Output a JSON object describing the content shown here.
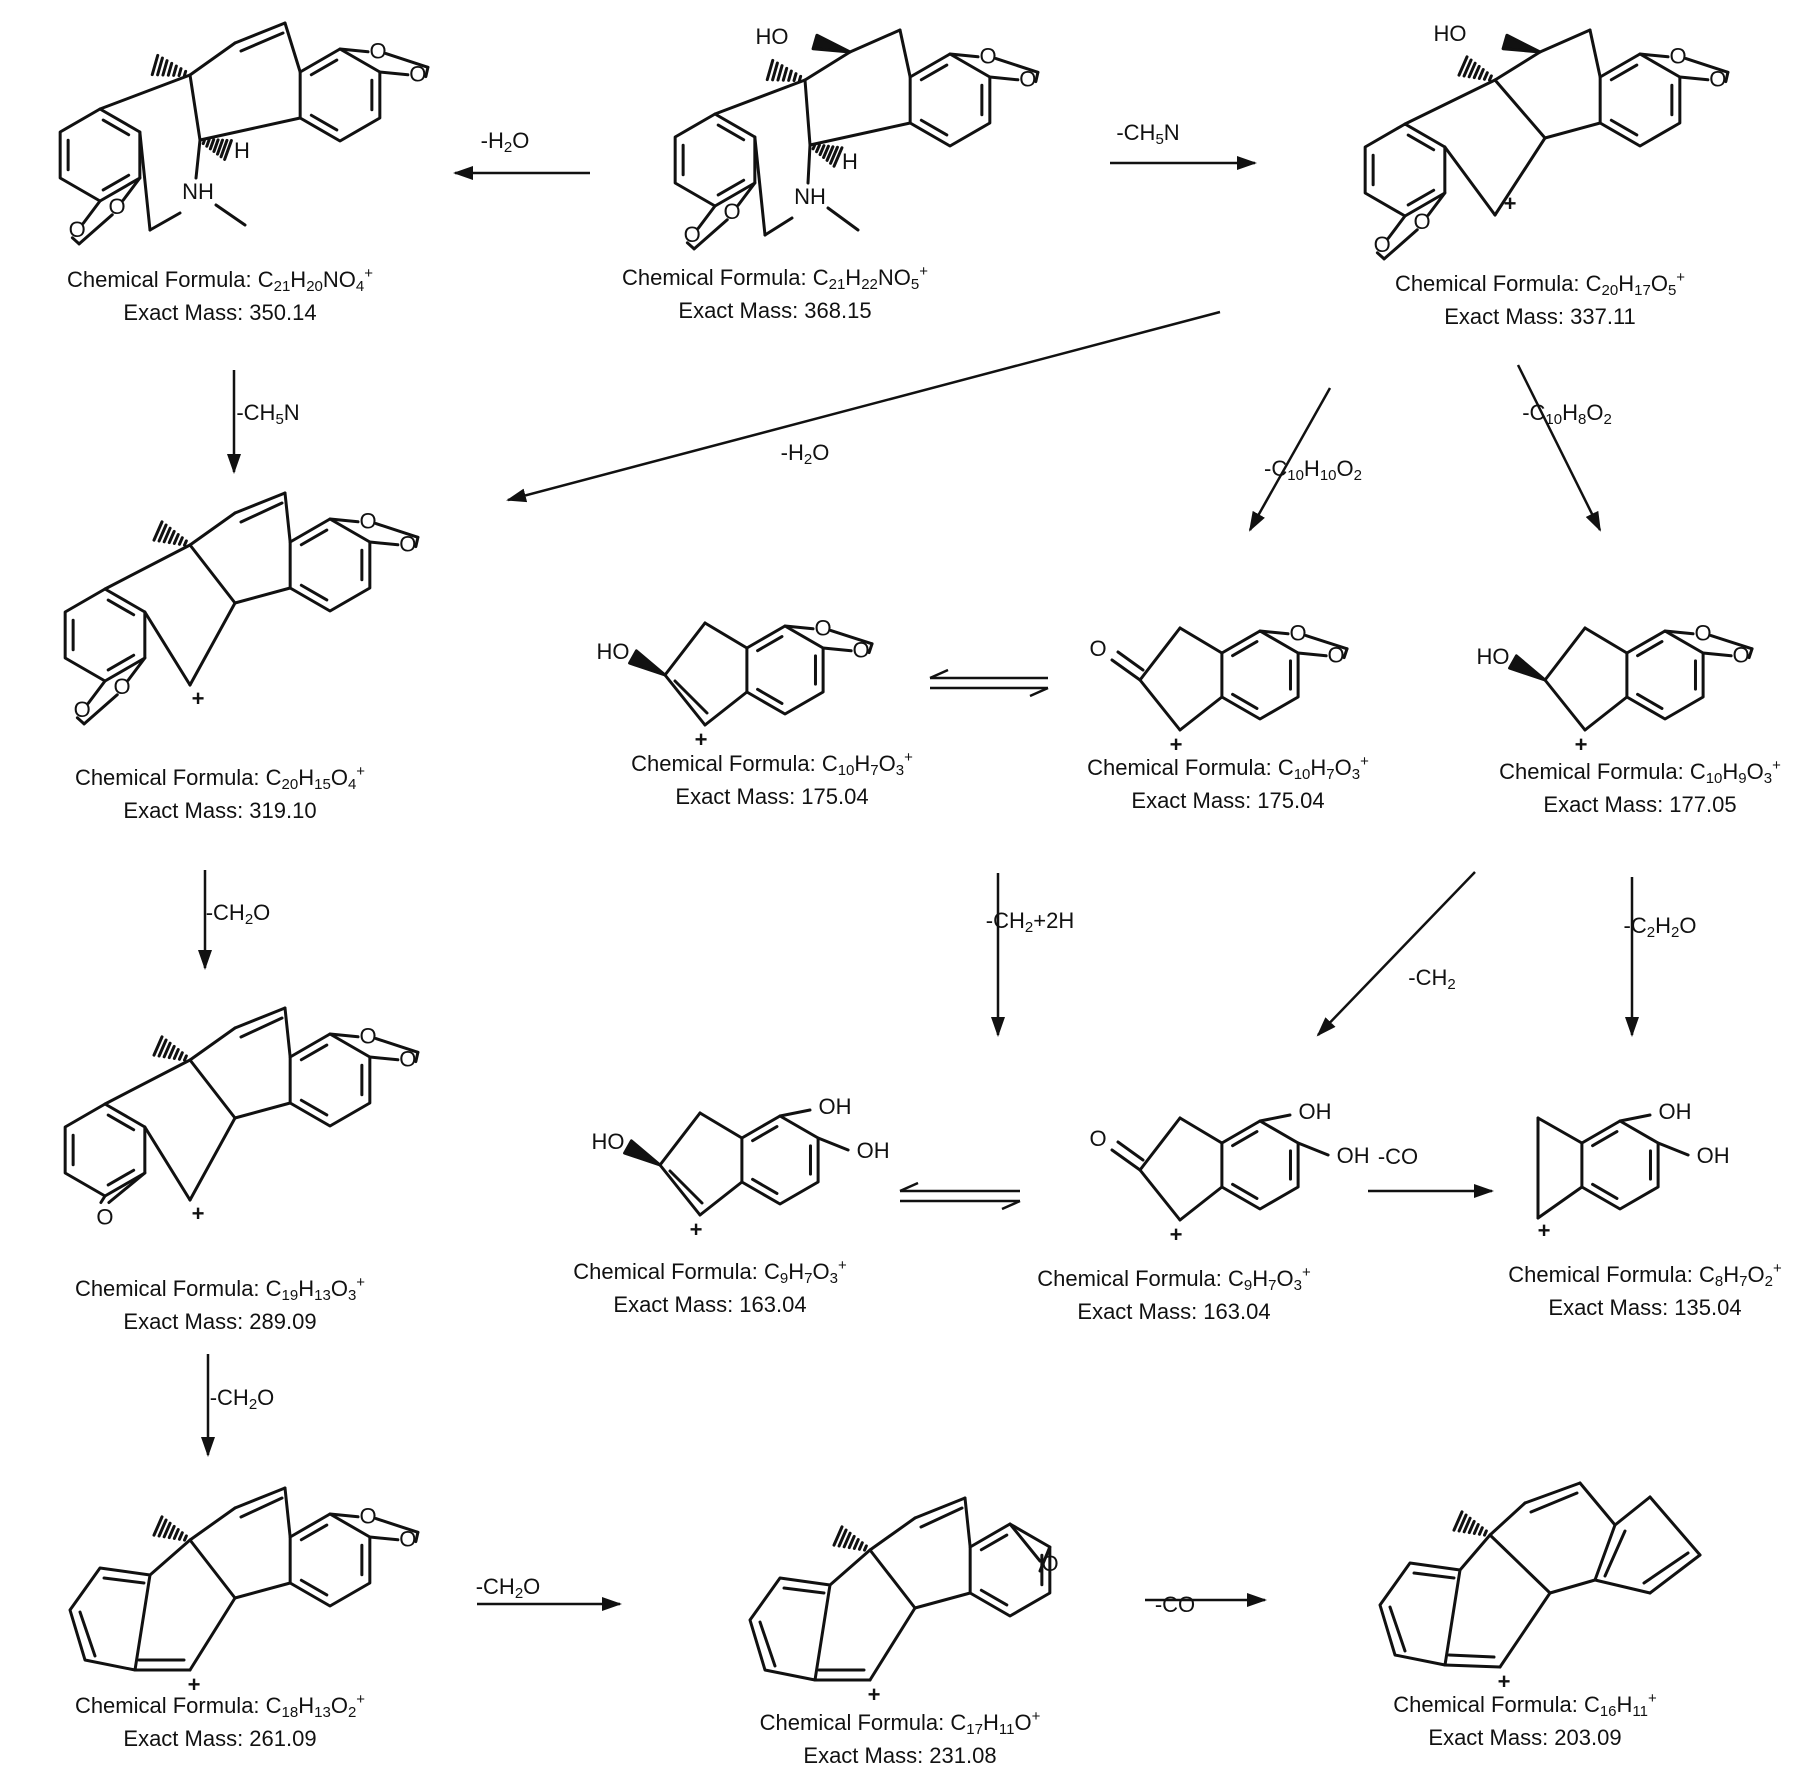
{
  "compounds": [
    {
      "formula": [
        "C",
        "21",
        "H",
        "22",
        "NO",
        "5",
        "+"
      ],
      "mass": "368.15"
    },
    {
      "formula": [
        "C",
        "21",
        "H",
        "20",
        "NO",
        "4",
        "+"
      ],
      "mass": "350.14"
    },
    {
      "formula": [
        "C",
        "20",
        "H",
        "17",
        "O",
        "5",
        "+"
      ],
      "mass": "337.11"
    },
    {
      "formula": [
        "C",
        "20",
        "H",
        "15",
        "O",
        "4",
        "+"
      ],
      "mass": "319.10"
    },
    {
      "formula": [
        "C",
        "10",
        "H",
        "7",
        "O",
        "3",
        "+"
      ],
      "mass": "175.04"
    },
    {
      "formula": [
        "C",
        "10",
        "H",
        "7",
        "O",
        "3",
        "+"
      ],
      "mass": "175.04"
    },
    {
      "formula": [
        "C",
        "10",
        "H",
        "9",
        "O",
        "3",
        "+"
      ],
      "mass": "177.05"
    },
    {
      "formula": [
        "C",
        "19",
        "H",
        "13",
        "O",
        "3",
        "+"
      ],
      "mass": "289.09"
    },
    {
      "formula": [
        "C",
        "9",
        "H",
        "7",
        "O",
        "3",
        "+"
      ],
      "mass": "163.04"
    },
    {
      "formula": [
        "C",
        "9",
        "H",
        "7",
        "O",
        "3",
        "+"
      ],
      "mass": "163.04"
    },
    {
      "formula": [
        "C",
        "8",
        "H",
        "7",
        "O",
        "2",
        "+"
      ],
      "mass": "135.04"
    },
    {
      "formula": [
        "C",
        "18",
        "H",
        "13",
        "O",
        "2",
        "+"
      ],
      "mass": "261.09"
    },
    {
      "formula": [
        "C",
        "17",
        "H",
        "11",
        "O",
        "+"
      ],
      "mass": "231.08"
    },
    {
      "formula": [
        "C",
        "16",
        "H",
        "11",
        "+"
      ],
      "mass": "203.09"
    }
  ],
  "labels": {
    "formula_prefix": "Chemical Formula: ",
    "mass_prefix": "Exact Mass: "
  },
  "arrows": [
    {
      "label": [
        "-H",
        "2",
        "O"
      ]
    },
    {
      "label": [
        "-CH",
        "5",
        "N"
      ]
    },
    {
      "label": [
        "-CH",
        "5",
        "N"
      ]
    },
    {
      "label": [
        "-H",
        "2",
        "O"
      ]
    },
    {
      "label": [
        "-C",
        "10",
        "H",
        "10",
        "O",
        "2"
      ]
    },
    {
      "label": [
        "-C",
        "10",
        "H",
        "8",
        "O",
        "2"
      ]
    },
    {
      "label": [
        "-CH",
        "2",
        "O"
      ]
    },
    {
      "label": [
        "-CH",
        "2",
        "+2H"
      ]
    },
    {
      "label": [
        "-CH",
        "2"
      ]
    },
    {
      "label": [
        "-C",
        "2",
        "H",
        "2",
        "O"
      ]
    },
    {
      "label": [
        "-CH",
        "2",
        "O"
      ]
    },
    {
      "label": [
        "-CO"
      ]
    },
    {
      "label": [
        "-CH",
        "2",
        "O"
      ]
    },
    {
      "label": [
        "-CO"
      ]
    }
  ],
  "atoms": {
    "OH": "OH",
    "HO": "HO",
    "O": "O",
    "H": "H",
    "NH": "NH",
    "plus": "+"
  }
}
